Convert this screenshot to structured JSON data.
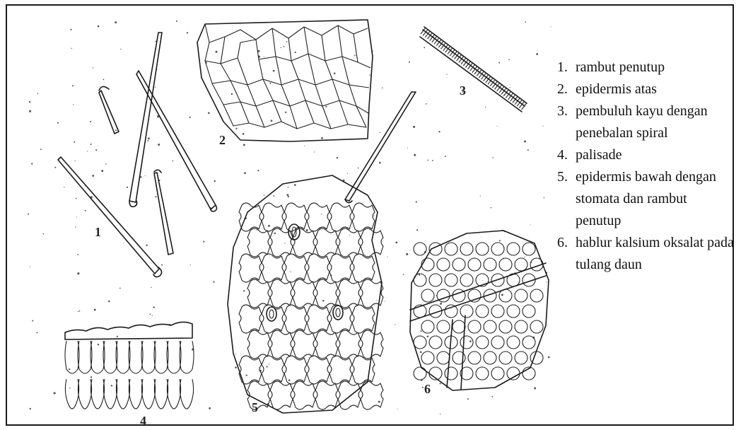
{
  "legend": {
    "items": [
      {
        "num": "1.",
        "text": "rambut penutup"
      },
      {
        "num": "2.",
        "text": "epidermis atas"
      },
      {
        "num": "3.",
        "text": "pembuluh kayu dengan penebalan spiral"
      },
      {
        "num": "4.",
        "text": "palisade"
      },
      {
        "num": "5.",
        "text": "epidermis bawah dengan stomata dan rambut penutup"
      },
      {
        "num": "6.",
        "text": "hablur kalsium oksalat pada tulang daun"
      }
    ]
  },
  "figure_numbers": [
    "1",
    "2",
    "3",
    "4",
    "5",
    "6"
  ]
}
